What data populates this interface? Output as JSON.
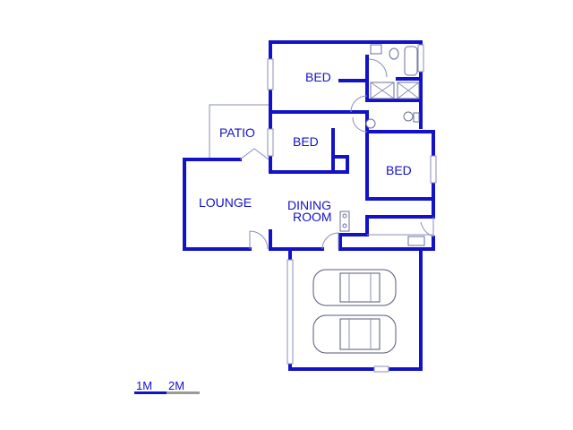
{
  "rooms": {
    "bed1": "BED",
    "bed2": "BED",
    "bed3": "BED",
    "patio": "PATIO",
    "lounge": "LOUNGE",
    "dining_line1": "DINING",
    "dining_line2": "ROOM"
  },
  "scale": {
    "label_1": "1M",
    "label_2": "2M"
  },
  "colors": {
    "wall": "#1212c8",
    "label": "#1212c8"
  }
}
